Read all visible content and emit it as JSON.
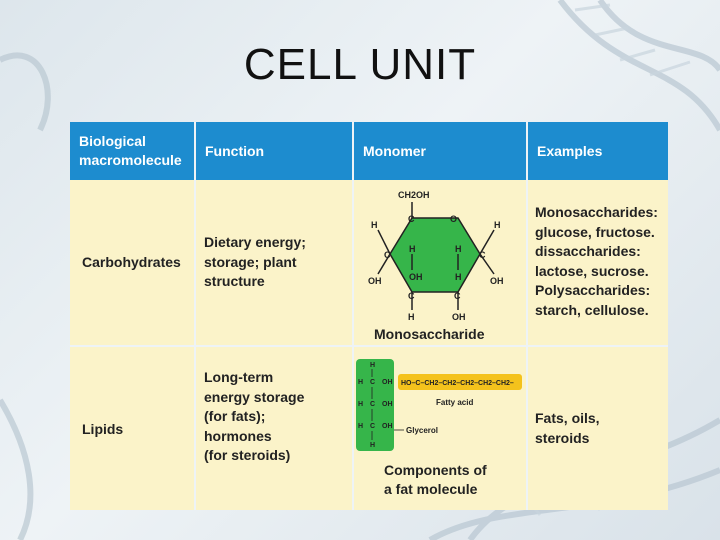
{
  "slide": {
    "title": "CELL UNIT"
  },
  "table": {
    "headers": [
      "Biological macromolecule",
      "Function",
      "Monomer",
      "Examples"
    ],
    "rows": [
      {
        "macromolecule": "Carbohydrates",
        "function_lines": [
          "Dietary energy;",
          "storage; plant",
          "structure"
        ],
        "monomer_caption": "Monosaccharide",
        "examples_lines": [
          "Monosaccharides:",
          "glucose, fructose.",
          "dissaccharides:",
          "lactose, sucrose.",
          "Polysaccharides:",
          "starch, cellulose."
        ]
      },
      {
        "macromolecule": "Lipids",
        "function_lines": [
          "Long-term",
          "energy storage",
          "(for fats);",
          "hormones",
          "(for steroids)"
        ],
        "monomer_caption_lines": [
          "Components of",
          "a fat molecule"
        ],
        "examples_lines": [
          "Fats, oils,",
          "steroids"
        ]
      }
    ],
    "diagram_labels": {
      "ch2oh": "CH2OH",
      "ring_o": "O",
      "h": "H",
      "c": "C",
      "oh": "OH",
      "ho": "HO",
      "fatty_chain": "HO–C–CH2–CH2–CH2–CH2–CH2–",
      "fatty_acid": "Fatty acid",
      "glycerol": "Glycerol"
    },
    "colors": {
      "header": "#1d8ccf",
      "body": "#fbf3c9",
      "sugar": "#36b54a",
      "fatty": "#f4c21c"
    }
  }
}
